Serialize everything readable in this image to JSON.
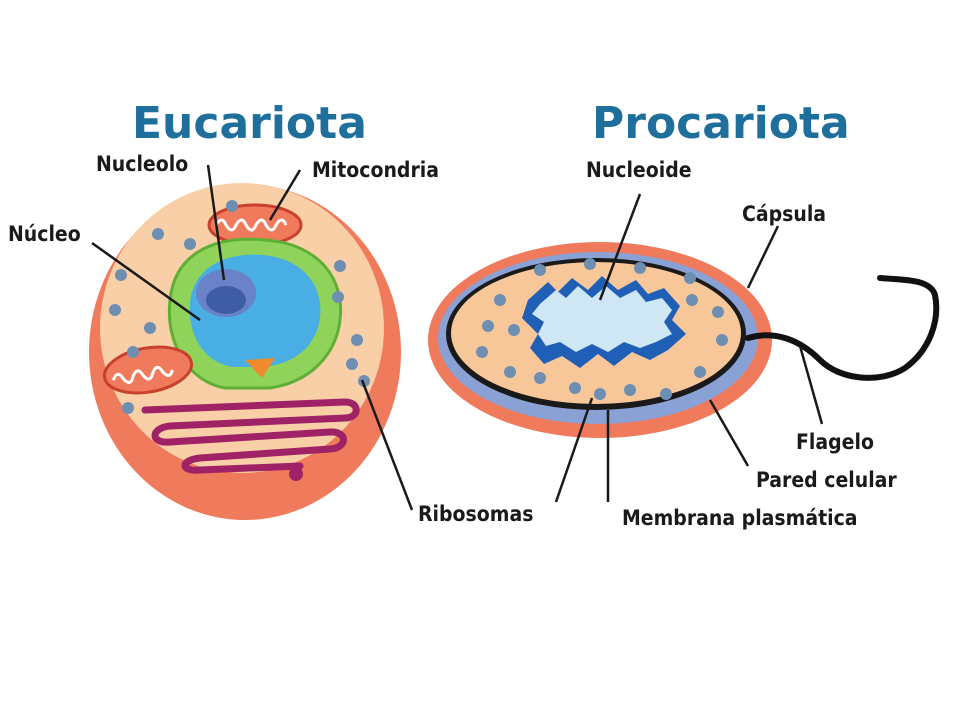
{
  "eukaryote": {
    "title": "Eucariota",
    "labels": {
      "nucleolus": "Nucleolo",
      "mitochondria": "Mitocondria",
      "nucleus": "Núcleo",
      "ribosomes": "Ribosomas"
    }
  },
  "prokaryote": {
    "title": "Procariota",
    "labels": {
      "nucleoid": "Nucleoide",
      "capsule": "Cápsula",
      "flagellum": "Flagelo",
      "cell_wall": "Pared celular",
      "plasma_membrane": "Membrana plasmática"
    }
  },
  "colors": {
    "title": "#1f6f9c",
    "cell_outer": "#ef7a5c",
    "cytoplasm": "#f7c79a",
    "nucleus_envelope": "#8fd35a",
    "nucleus": "#49aee3",
    "nucleolus": "#6a82c7",
    "er": "#a02266",
    "ribosome": "#6f8fb2",
    "prokaryote_wall": "#8aa1d6",
    "nucleoid": "#1f5fb5",
    "flagellum": "#111111"
  }
}
